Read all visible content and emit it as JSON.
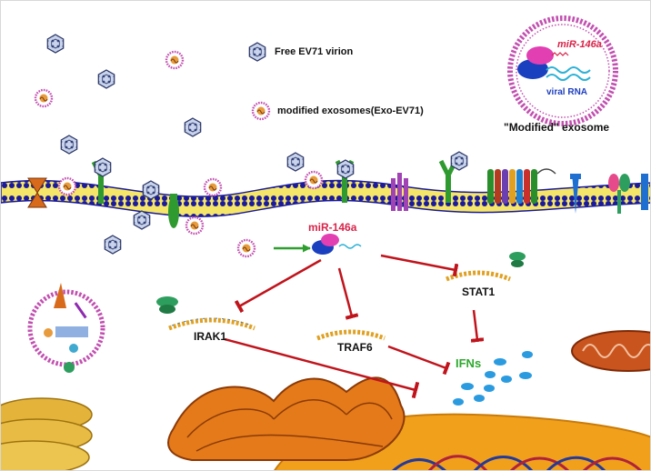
{
  "legend": {
    "free_virion": "Free EV71 virion",
    "modified_exosome": "modified exosomes(Exo-EV71)"
  },
  "exosome_inset": {
    "mirna": "miR-146a",
    "rna": "viral RNA",
    "caption": "\"Modified\" exosome"
  },
  "pathway": {
    "mirna": "miR-146a",
    "irak1": "IRAK1",
    "traf6": "TRAF6",
    "stat1": "STAT1",
    "ifns": "IFNs"
  },
  "colors": {
    "inhibition": "#c0141c",
    "activation": "#2e9e2e",
    "ifn_text": "#2ea82e",
    "mirna_text": "#d9244a",
    "membrane_blue": "#1a1a9a",
    "membrane_yellow": "#f3e23a",
    "exosome_pink": "#c24fb0",
    "ifn_particles": "#2b9be0",
    "nucleus": "#f0a21e",
    "golgi": "#e0781b"
  },
  "icons": {
    "virion": "hexagonal-capsid-icon",
    "exosome": "dotted-vesicle-icon",
    "mirna_complex": "pink-blue-complex-icon",
    "ribosome": "ribosome-icon"
  }
}
